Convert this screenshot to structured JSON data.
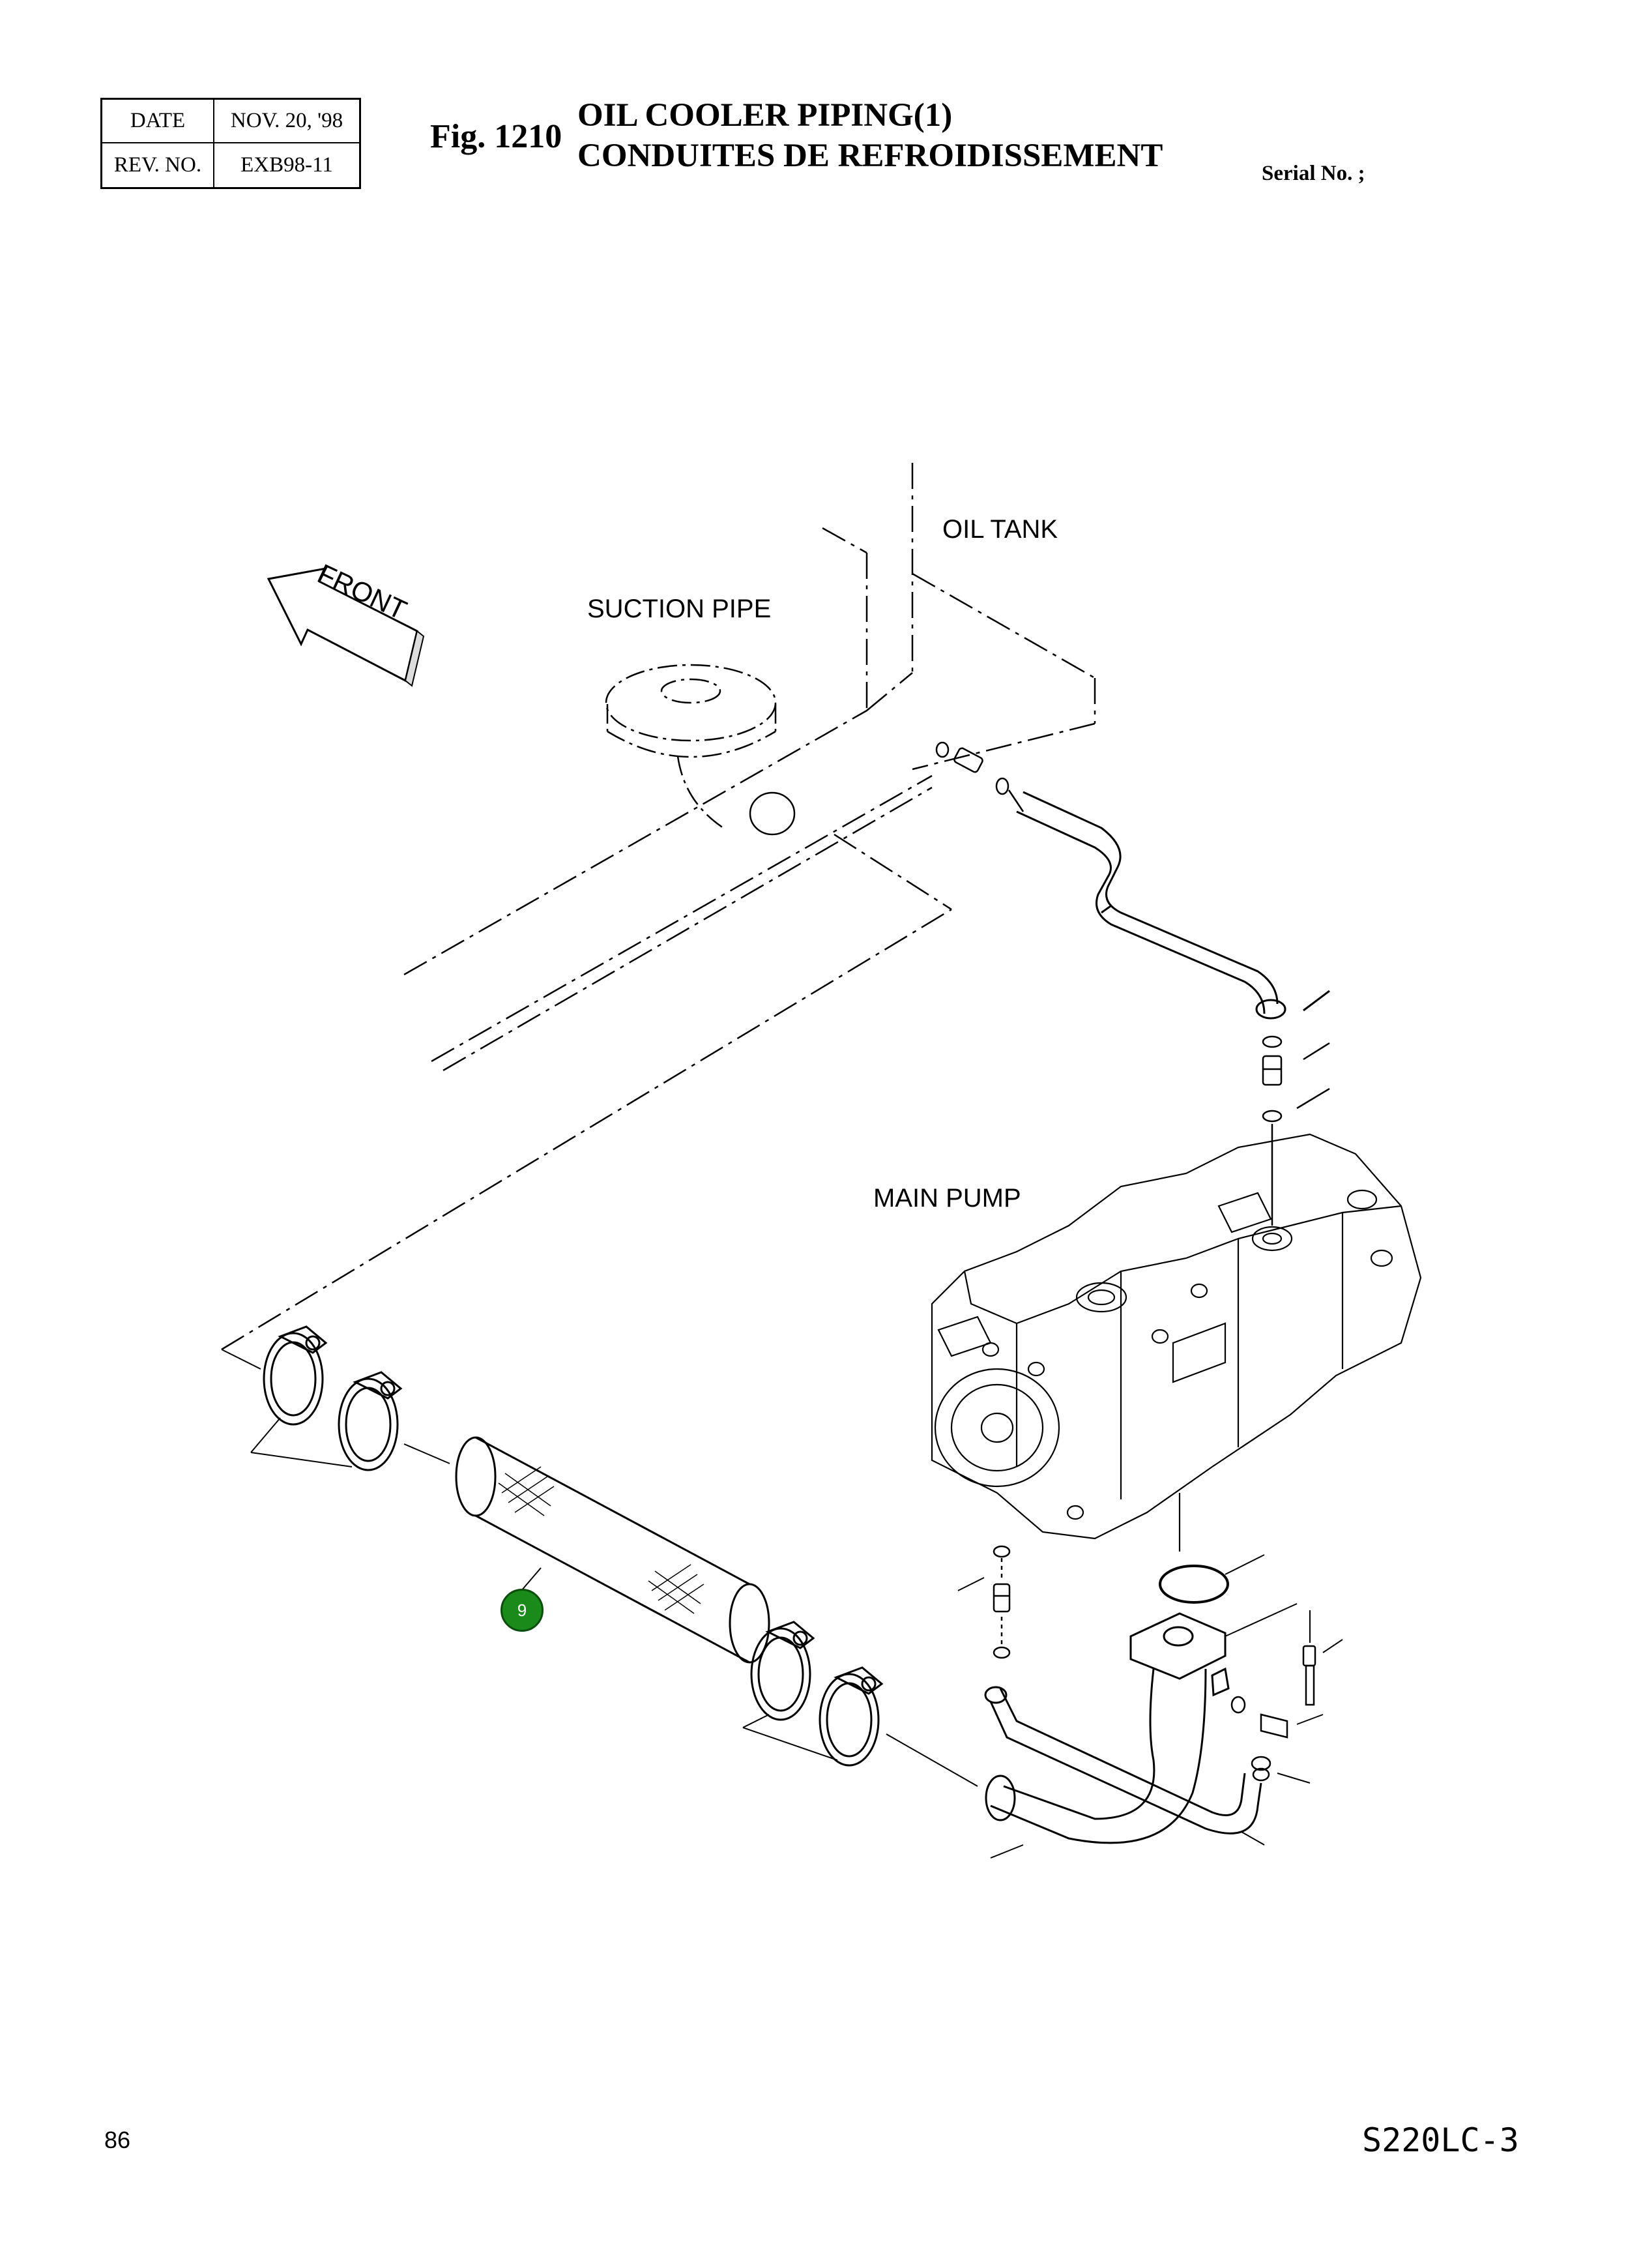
{
  "header": {
    "date_label": "DATE",
    "date_value": "NOV. 20, '98",
    "rev_label": "REV. NO.",
    "rev_value": "EXB98-11",
    "fig_number": "Fig. 1210",
    "title_en": "OIL COOLER PIPING(1)",
    "title_fr": "CONDUITES DE REFROIDISSEMENT",
    "serial_label": "Serial No. ;"
  },
  "diagram": {
    "front_label": "FRONT",
    "labels": {
      "oil_tank": "OIL TANK",
      "suction_pipe": "SUCTION PIPE",
      "main_pump": "MAIN PUMP"
    },
    "callouts": [
      {
        "number": "9",
        "color": "#1a8a1a"
      }
    ]
  },
  "footer": {
    "page_number": "86",
    "model": "S220LC-3"
  }
}
